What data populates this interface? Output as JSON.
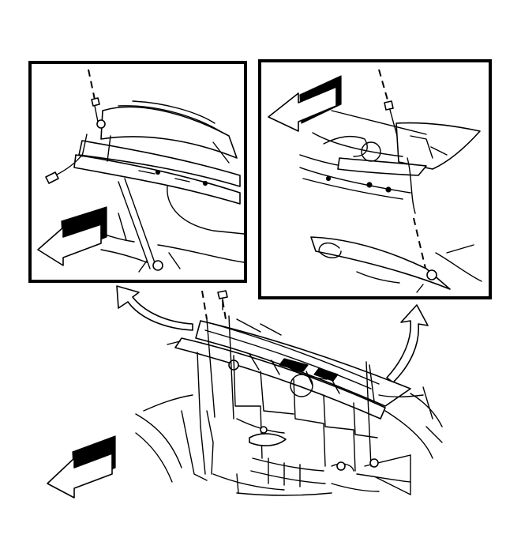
{
  "figure": {
    "kind": "service-manual-illustration",
    "subject": "air-inlet-grille-panel-removal",
    "panels": [
      {
        "id": "detail-left",
        "content": "front-clip-fastener-detail"
      },
      {
        "id": "detail-right",
        "content": "rear-clip-fastener-detail"
      },
      {
        "id": "main-view",
        "content": "grille-panel-over-cowl"
      }
    ],
    "icons": [
      "front-direction-arrow-icon",
      "callout-arrow-icon",
      "fastener-icon"
    ],
    "colors": {
      "ink": "#000000",
      "paper": "#ffffff"
    }
  }
}
